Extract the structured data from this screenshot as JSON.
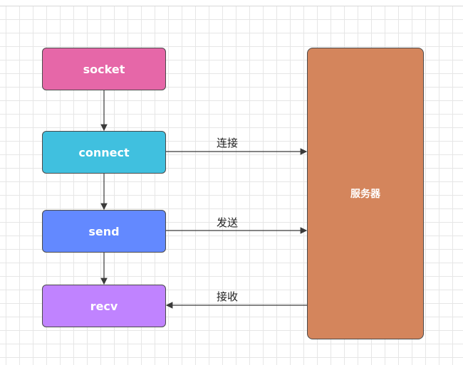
{
  "nodes": {
    "socket": {
      "label": "socket",
      "color": "#e667a8"
    },
    "connect": {
      "label": "connect",
      "color": "#40c0df"
    },
    "send": {
      "label": "send",
      "color": "#6389ff"
    },
    "recv": {
      "label": "recv",
      "color": "#c083ff"
    },
    "server": {
      "label": "服务器",
      "color": "#d4855c"
    }
  },
  "edges": {
    "connect_label": "连接",
    "send_label": "发送",
    "recv_label": "接收"
  },
  "colors": {
    "arrow": "#3a3a3a",
    "node_border": "#4a4a4a"
  }
}
